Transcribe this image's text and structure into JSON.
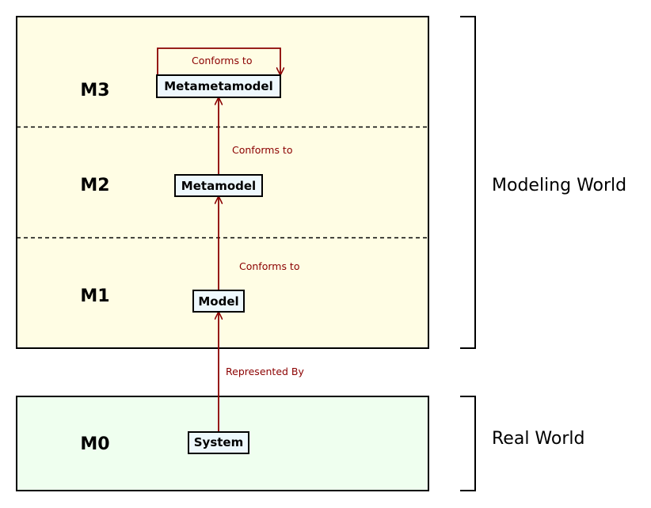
{
  "colors": {
    "modeling_bg": "#fffde4",
    "real_bg": "#efffef",
    "node_bg": "#eef8fd",
    "arrow": "#8b0000"
  },
  "levels": {
    "m3": "M3",
    "m2": "M2",
    "m1": "M1",
    "m0": "M0"
  },
  "nodes": {
    "metametamodel": "Metametamodel",
    "metamodel": "Metamodel",
    "model": "Model",
    "system": "System"
  },
  "edges": {
    "metametamodel_self": "Conforms to",
    "metamodel_to_metametamodel": "Conforms to",
    "model_to_metamodel": "Conforms to",
    "system_to_model": "Represented By"
  },
  "worlds": {
    "modeling": "Modeling World",
    "real": "Real World"
  }
}
